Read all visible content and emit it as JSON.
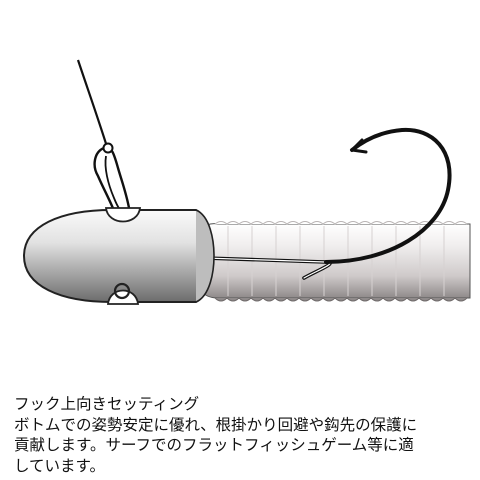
{
  "illustration": {
    "subject": "jig head rig with worm, hook-up setting",
    "colors": {
      "line": "#111111",
      "sinker_light": "#f4f4f4",
      "sinker_dark": "#6c6c6c",
      "worm_light": "#f0eeee",
      "worm_dark": "#8f8a8a",
      "hook": "#111111"
    }
  },
  "caption": {
    "title": "フック上向きセッティング",
    "lines": [
      "ボトムでの姿勢安定に優れ、根掛かり回避や鈎先の保護に",
      "貢献します。サーフでのフラットフィッシュゲーム等に適",
      "しています。"
    ]
  }
}
